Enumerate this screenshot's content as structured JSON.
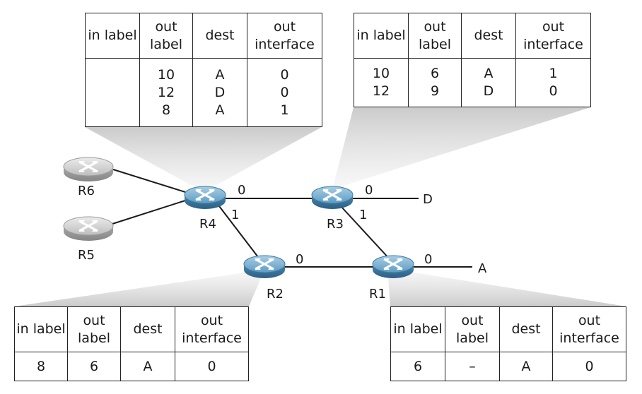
{
  "header": {
    "in_label": "in label",
    "out_label": "out label",
    "dest": "dest",
    "out_interface": "out interface"
  },
  "routers": {
    "r1": "R1",
    "r2": "R2",
    "r3": "R3",
    "r4": "R4",
    "r5": "R5",
    "r6": "R6"
  },
  "destinations": {
    "a": "A",
    "d": "D"
  },
  "ports": {
    "r4_r3": "0",
    "r4_r2": "1",
    "r3_d": "0",
    "r3_r1": "1",
    "r2_r1": "0",
    "r1_a": "0"
  },
  "tables": {
    "r4": {
      "in_label": [
        ""
      ],
      "out_label": [
        "10",
        "12",
        "8"
      ],
      "dest": [
        "A",
        "D",
        "A"
      ],
      "out_interface": [
        "0",
        "0",
        "1"
      ]
    },
    "r3": {
      "in_label": [
        "10",
        "12"
      ],
      "out_label": [
        "6",
        "9"
      ],
      "dest": [
        "A",
        "D"
      ],
      "out_interface": [
        "1",
        "0"
      ]
    },
    "r2": {
      "in_label": [
        "8"
      ],
      "out_label": [
        "6"
      ],
      "dest": [
        "A"
      ],
      "out_interface": [
        "0"
      ]
    },
    "r1": {
      "in_label": [
        "6"
      ],
      "out_label": [
        "–"
      ],
      "dest": [
        "A"
      ],
      "out_interface": [
        "0"
      ]
    }
  }
}
